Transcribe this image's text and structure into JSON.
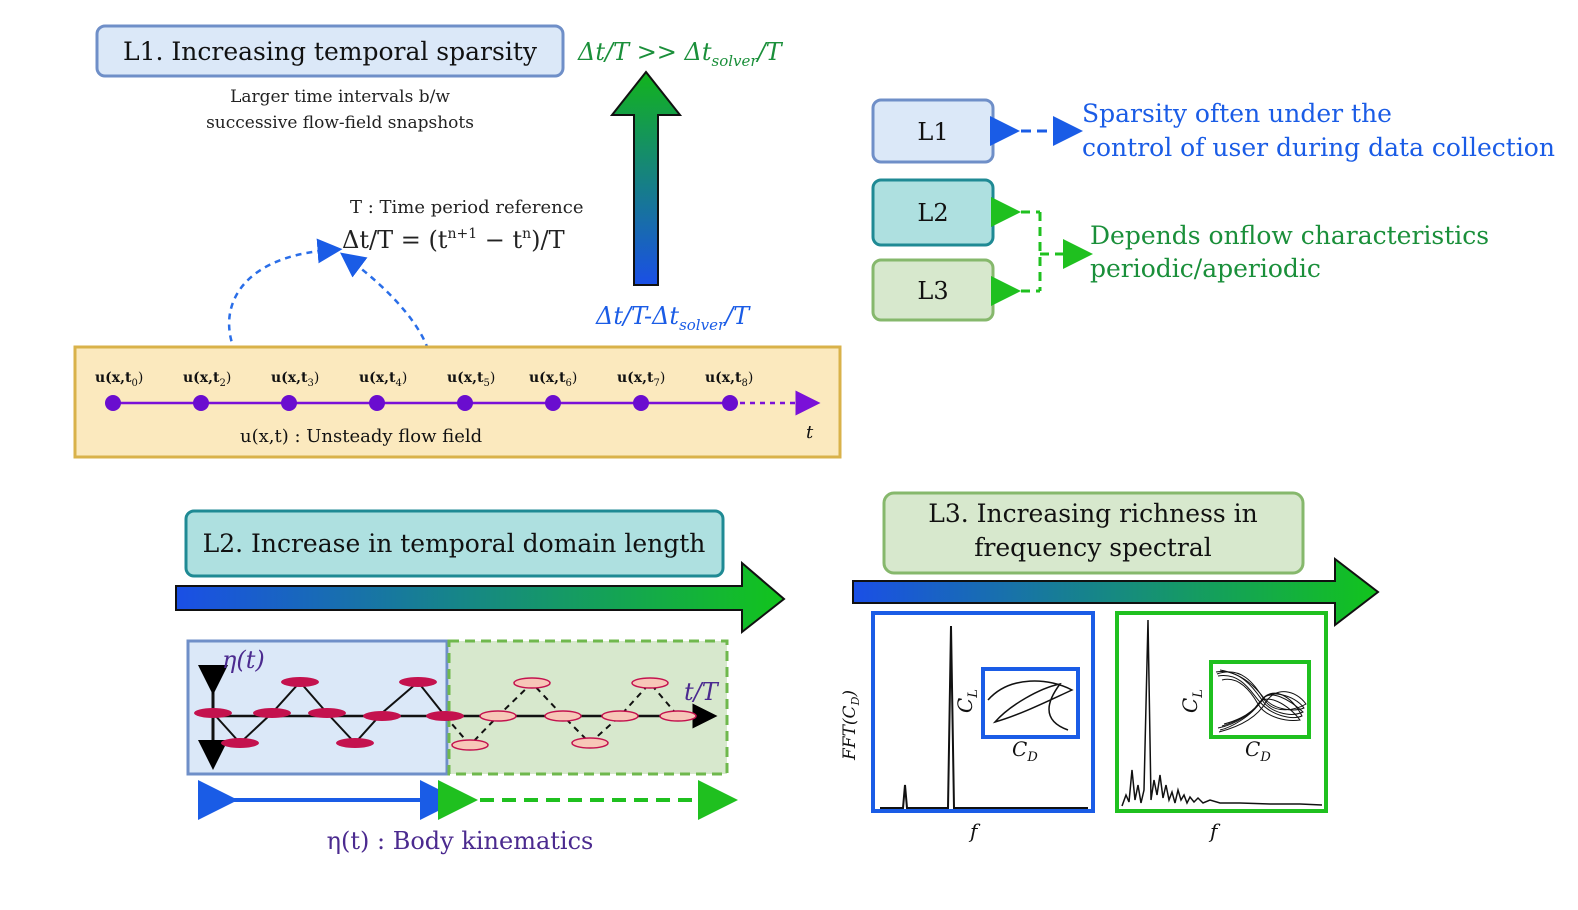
{
  "l1": {
    "box_label": "L1. Increasing temporal sparsity",
    "desc_line1": "Larger time intervals b/w",
    "desc_line2": "successive flow-field snapshots",
    "ratio_top": "Δt/T >> Δt",
    "ratio_top_sub": "solver",
    "ratio_top_end": "/T",
    "ratio_bottom": "Δt/T-Δt",
    "ratio_bottom_sub": "solver",
    "ratio_bottom_end": "/T",
    "period_ref": "T : Time period reference",
    "period_formula": "Δt/T = (t",
    "period_formula_sup1": "n+1",
    "period_formula_mid": " − t",
    "period_formula_sup2": "n",
    "period_formula_end": ")/T"
  },
  "flow": {
    "snapshots": [
      "u(x,t",
      "u(x,t",
      "u(x,t",
      "u(x,t",
      "u(x,t",
      "u(x,t",
      "u(x,t",
      "u(x,t"
    ],
    "snapshot_subs": [
      "0",
      "2",
      "3",
      "4",
      "5",
      "6",
      "7",
      "8"
    ],
    "axis_label": "t",
    "caption": "u(x,t) : Unsteady flow field"
  },
  "legend": {
    "items": [
      "L1",
      "L2",
      "L3"
    ],
    "l1_note_line1": "Sparsity often under the",
    "l1_note_line2": "control of user during data collection",
    "l23_note_line1": "Depends onflow characteristics",
    "l23_note_line2": "periodic/aperiodic"
  },
  "l2": {
    "box_label": "L2. Increase in temporal domain length",
    "eta_label": "η(t)",
    "time_label": "t/T",
    "caption": "η(t) : Body kinematics"
  },
  "l3": {
    "box_label_line1": "L3. Increasing richness in",
    "box_label_line2": "frequency  spectral",
    "fft_label": "FFT(C",
    "fft_sub": "D",
    "fft_end": ")",
    "x_label": "f",
    "cl_label": "C",
    "cl_sub": "L",
    "cd_label": "C",
    "cd_sub": "D"
  },
  "colors": {
    "blue": "#1a5ce6",
    "green": "#1a8f3a",
    "bright_green": "#1fc01f",
    "purple": "#6a0dad",
    "magenta": "#c2185b"
  }
}
